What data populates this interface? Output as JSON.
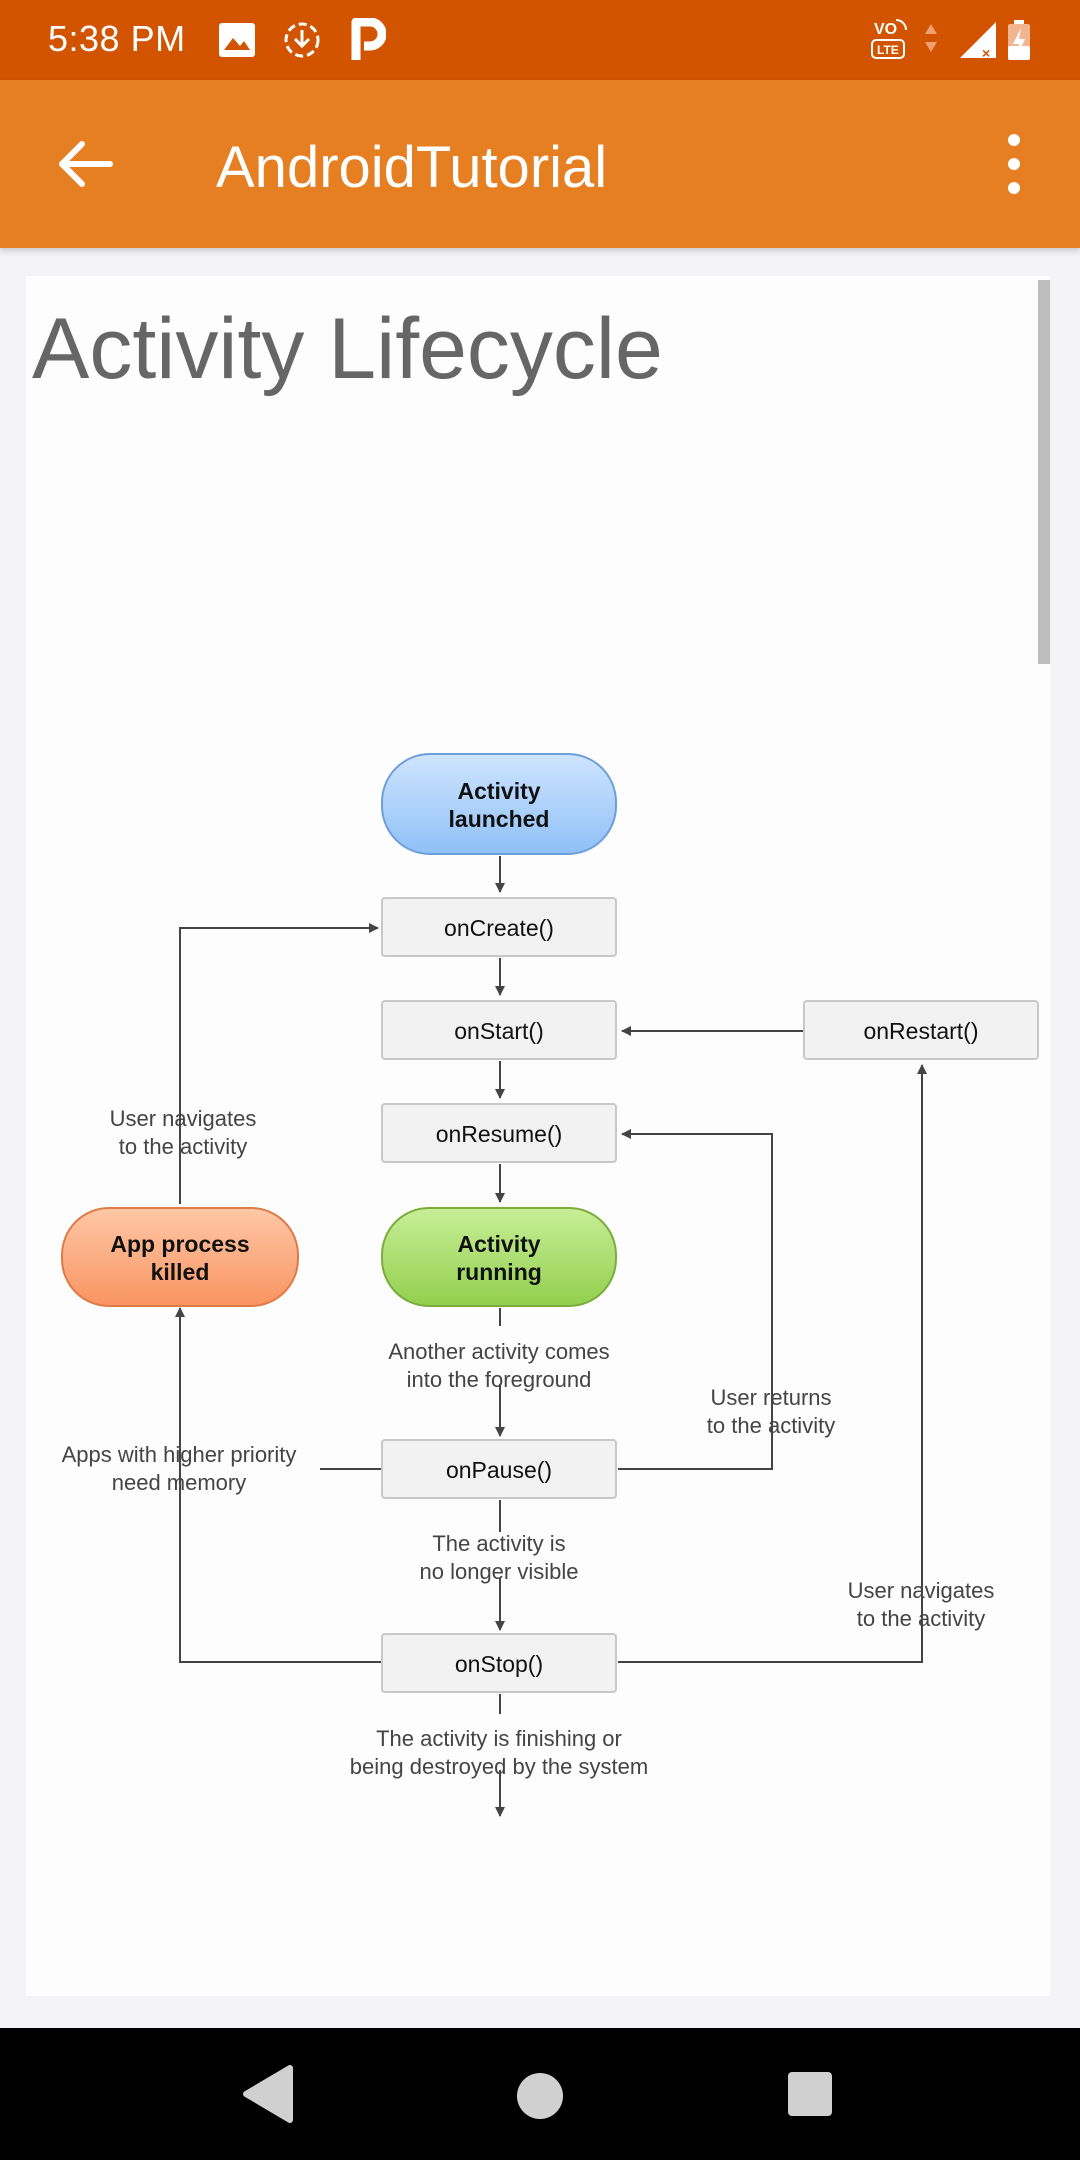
{
  "status_bar": {
    "time": "5:38 PM",
    "icons": [
      "image-icon",
      "download-icon",
      "p-app-icon",
      "volte-icon",
      "signal-icon",
      "battery-icon"
    ],
    "lte_text": "LTE"
  },
  "app_bar": {
    "title": "AndroidTutorial",
    "color": "#e67e22",
    "status_color": "#d35400"
  },
  "page": {
    "title": "Activity Lifecycle"
  },
  "diagram": {
    "nodes": {
      "launched": {
        "line1": "Activity",
        "line2": "launched"
      },
      "on_create": "onCreate()",
      "on_start": "onStart()",
      "on_restart": "onRestart()",
      "on_resume": "onResume()",
      "running": {
        "line1": "Activity",
        "line2": "running"
      },
      "killed": {
        "line1": "App process",
        "line2": "killed"
      },
      "on_pause": "onPause()",
      "on_stop": "onStop()"
    },
    "labels": {
      "user_navigates_left": {
        "line1": "User navigates",
        "line2": "to the activity"
      },
      "another_activity": {
        "line1": "Another activity comes",
        "line2": "into the foreground"
      },
      "user_returns": {
        "line1": "User returns",
        "line2": "to the activity"
      },
      "higher_priority": {
        "line1": "Apps with higher priority",
        "line2": "need memory"
      },
      "no_longer_visible": {
        "line1": "The activity is",
        "line2": "no longer visible"
      },
      "user_navigates_right": {
        "line1": "User navigates",
        "line2": "to the activity"
      },
      "finishing": {
        "line1": "The activity is finishing or",
        "line2": "being destroyed by the system"
      }
    },
    "colors": {
      "launched_fill": "#a8d0fb",
      "running_fill": "#a5d964",
      "killed_fill": "#fba779",
      "method_fill": "#f2f2f2"
    }
  },
  "nav_bar": {
    "buttons": [
      "back-triangle-icon",
      "home-circle-icon",
      "recents-square-icon"
    ]
  }
}
